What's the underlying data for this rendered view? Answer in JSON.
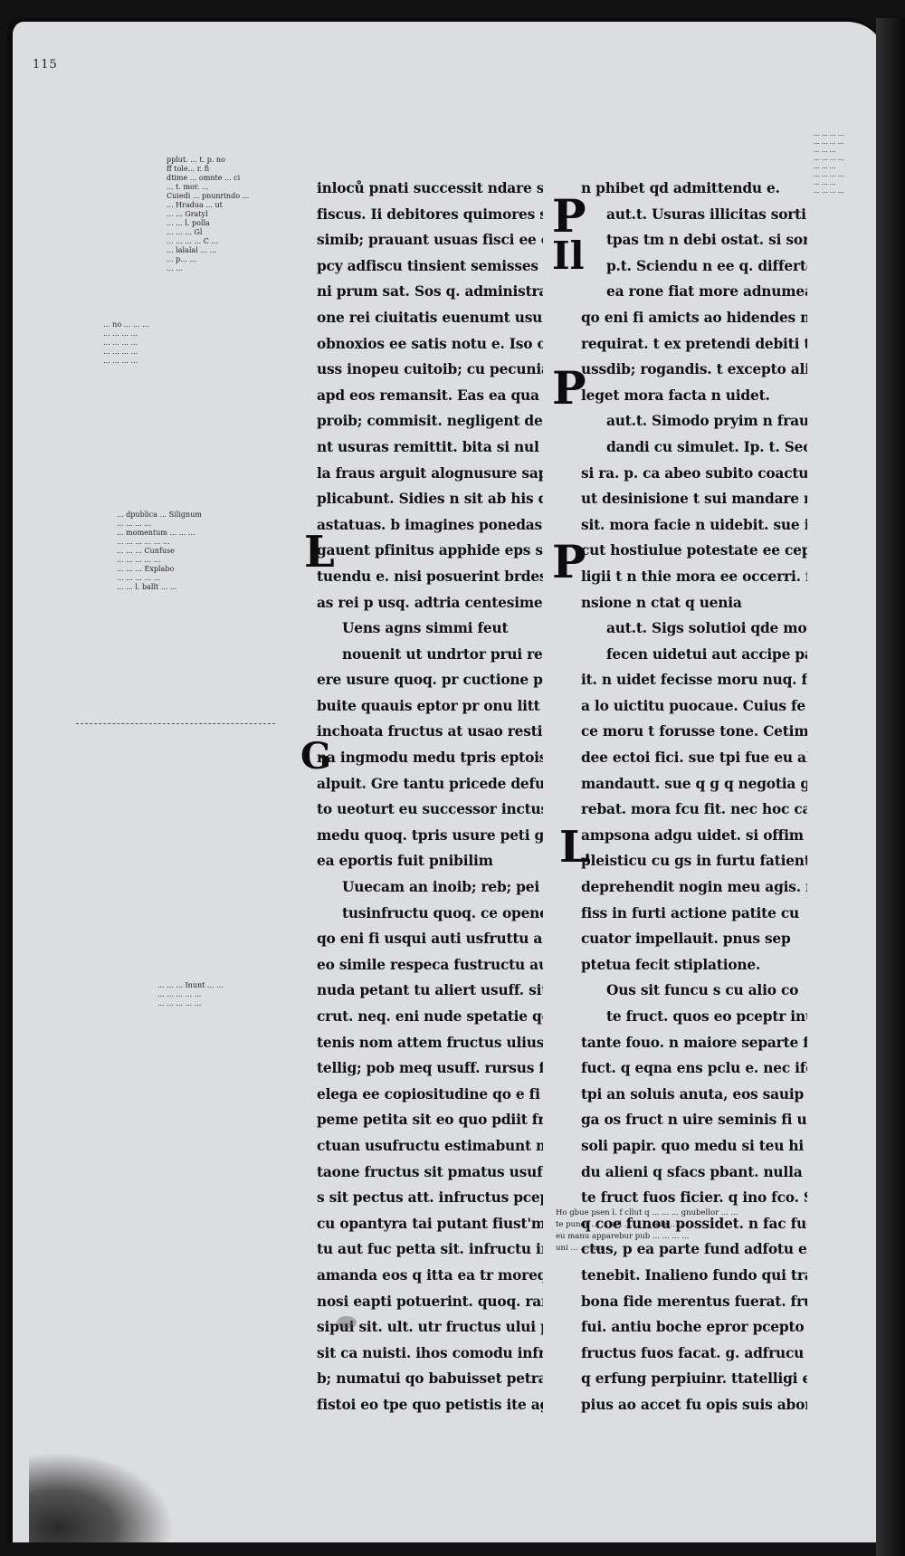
{
  "folio": "115",
  "column_a": [
    "inloců pnati successit ndare sol",
    "fiscus. Ii debitores quimores somi",
    "simib; prauant usuas fisci ee cepti",
    "pcy adfiscu tinsient semisses cogr",
    "ni prum sat. Sos q. administrati",
    "one rei ciuitatis euenumt usuis",
    "obnoxios ee satis notu e. Iso obs",
    "uss inopeu cuitoib; cu pecunia",
    "apd eos remansit. Eas ea qua rede",
    "proib; commisit. negligent dede",
    "nt usuras remittit. bita si nul",
    "la fraus arguit alognusure sap",
    "plicabunt. Sidies n sit ab his q",
    "astatuas. b imagines ponedas le",
    "gauent pfinitus apphide eps sta",
    "tuendu e. nisi posuerint brdes usu",
    "as rei p usq. adtria centesime pe",
    "Uens agns simmi feut",
    "nouenit ut undrtor prui restitu",
    "ere usure quoq. pr cuctione pri",
    "buite quauis eptor pr onu litt",
    "inchoata fructus at usao restitu",
    "na ingmodu medu tpris eptois",
    "alpuit. Gre tantu pricede defu",
    "to ueoturt eu successor inctus furty",
    "medu quoq. tpris usure peti g in",
    "ea eportis fuit pnibilim",
    "Uuecam an inoib; reb; pei",
    "tusinfructu quoq. ce opener possesse",
    "qo eni fi usqui auti usfruttu aliu",
    "eo simile respeca fustructu aut",
    "nuda petant tu aliert usuff. sit pen",
    "crut. neq. eni nude spetatie qo app",
    "tenis nom attem fructus ulius in",
    "tellig; pob meq usuff. rursus fructu",
    "elega ee copiositudine qo e fi nuda",
    "peme petita sit eo quo pdiit fructu",
    "ctuan usufructu estimabunt m pe",
    "taone fructus sit pmatus usufruc",
    "s sit pectus att. infructus pceptes",
    "cu opantyra tai putant fiust'm",
    "tu aut fuc petta sit. infructu in",
    "amanda eos q itta ea tr moreq",
    "nosi eapti potuerint. quoq. rart",
    "sipui sit. ult. utr fructus ului pos",
    "sit ca nuisti. ihos comodu infrucu",
    "b; numatui qo babuisset petrar",
    "fistoi eo tpe quo petistis ite agere"
  ],
  "column_b": [
    "n phibet qd admittendu e.",
    "aut.t. Usuras illicitas sorti mixta",
    "tpas tm n debi ostat. si sorte n uitta",
    "p.t. Sciendu n ee q. differtet re",
    "ea rone fiat more adnumeatu",
    "qo eni fi amicts ao hidendes net",
    "requirat. t ex pretendi debiti t fis",
    "ussdib; rogandis. t excepto aliq",
    "leget mora facta n uidet.",
    "aut.t. Simodo pryim n frau",
    "dandi cu simulet. Ip. t. Sec",
    "si ra. p. ca abeo subito coactus fi",
    "ut desinisione t sui mandare n pos",
    "sit. mora facie n uidebit. sue inui",
    "cut hostiulue potestate ee cep",
    "ligii t n thie mora ee occerri. fol",
    "nsione n ctat q uenia",
    "aut.t. Sigs solutioi qde mora",
    "fecen uidetui aut accipe patus fu",
    "it. n uidet fecisse moru nuq. fi uilt",
    "a lo uictitu puocaue. Cuius fe",
    "ce moru t forusse tone. Cetim",
    "dee ectoi fici. sue tpi fue eu ali",
    "mandautt. sue q g q negotia ge",
    "rebat. mora fcu fit. nec hoc casu pub",
    "ampsona adgu uidet. si offim im",
    "pleisticu cu gs in furtu fatientes",
    "deprehendit nogin meu agis. mu",
    "fiss in furti actione patite cu",
    "cuator impellauit. pnus sep",
    "ptetua fecit stiplatione.",
    "Ous sit funcu s cu alio co",
    "te fruct. quos eo pceptr inuito t",
    "tante fouo. n maiore separte fuo",
    "fuct. q eqna ens pclu e. nec ifert",
    "tpi an soluis anuta, eos sauip",
    "ga os fruct n uire seminis fi uire",
    "soli papir. quo medu si teu hi",
    "du alieni q sfacs pbant. nulla crpi",
    "te fruct fuos ficier. q ino fco. Siam",
    "q coe funou possidet. n fac fuos fru",
    "ctus, p ea parte fund adfotu ex",
    "tenebit. Inalieno fundo qui tra",
    "bona fide merentus fuerat. fruntum",
    "fui. antiu boche epror pcepto",
    "fructus fuos facat. g. adfrucu",
    "q erfung perpiuinr. ttatelligi ebt",
    "pius ao accet fu opis suis abor"
  ],
  "initials": [
    "P",
    "Il",
    "P",
    "P",
    "L",
    "G",
    "L"
  ],
  "gloss_top": [
    "pplut. ... t. p. no",
    "ff tole... r. fi",
    "dtime ... omnte ... ci",
    "... t. mor. ...",
    "Cuiedi ... pnunrindo ...",
    "... Hradua ... ut",
    "... ... Gratyl",
    "... ... l. polla",
    "... ... ... Gl",
    "... ... ... ... C ...",
    "... lalalal ... ...",
    "... p... ...",
    "... ..."
  ],
  "gloss_mid": [
    "... no ... ... ...",
    "... ... ... ...",
    "... ... ... ...",
    "... ... ... ...",
    "... ... ... ..."
  ],
  "gloss_lower": [
    "... dpublica ... Silignum",
    "... ... ... ...",
    "... momentum ... ... ...",
    "... ... ... ... ... ...",
    "... ... ... Cunfuse",
    "... ... ... ... ...",
    "... ... ... Explabo",
    "... ... ... ... ...",
    "... ... l. ballt ... ..."
  ],
  "gloss_bottom": [
    "... ... ... Inunt ... ...",
    "... ... ... ... ...",
    "... ... ... ... ..."
  ],
  "right_margin": [
    "... ... ... ...",
    "... ... ... ...",
    "... ... ...",
    "... ... ... ...",
    "... ... ...",
    "... ... ... ...",
    "... ... ...",
    "... ... ... ..."
  ],
  "footnote": [
    "Ho gbue psen l. f cllut q ... ... ... gnubellor ... ...",
    "te punor ... ... sel ... ... ... aue ... ... ...",
    "eu manu apparebur pub ... ... ... ...",
    "uni ... ... fun ..."
  ]
}
